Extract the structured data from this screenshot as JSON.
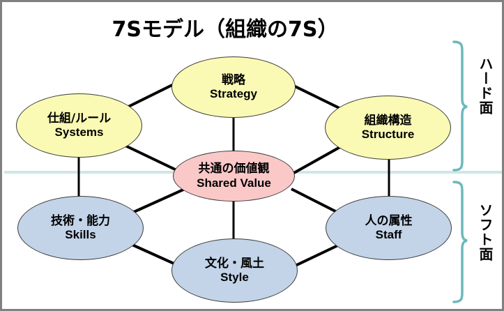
{
  "diagram": {
    "title": "7Sモデル（組織の7S）",
    "colors": {
      "hard_fill": "#FAFAB4",
      "soft_fill": "#C3D4E8",
      "core_fill": "#FBC8C8",
      "connector": "#000000",
      "brace": "#6BB8BC",
      "divider": "#CDE8E4",
      "frame": "#808080",
      "outline": "#3A3A3A"
    },
    "divider_label": "hard-soft-divider",
    "nodes": [
      {
        "id": "strategy",
        "jp": "戦略",
        "en": "Strategy",
        "group": "hard"
      },
      {
        "id": "systems",
        "jp": "仕組/ルール",
        "en": "Systems",
        "group": "hard"
      },
      {
        "id": "structure",
        "jp": "組織構造",
        "en": "Structure",
        "group": "hard"
      },
      {
        "id": "shared-value",
        "jp": "共通の価値観",
        "en": "Shared  Value",
        "group": "core"
      },
      {
        "id": "skills",
        "jp": "技術・能力",
        "en": "Skills",
        "group": "soft"
      },
      {
        "id": "style",
        "jp": "文化・風土",
        "en": "Style",
        "group": "soft"
      },
      {
        "id": "staff",
        "jp": "人の属性",
        "en": "Staff",
        "group": "soft"
      }
    ],
    "side_labels": [
      {
        "id": "hard",
        "text": "ハード面"
      },
      {
        "id": "soft",
        "text": "ソフト面"
      }
    ]
  }
}
